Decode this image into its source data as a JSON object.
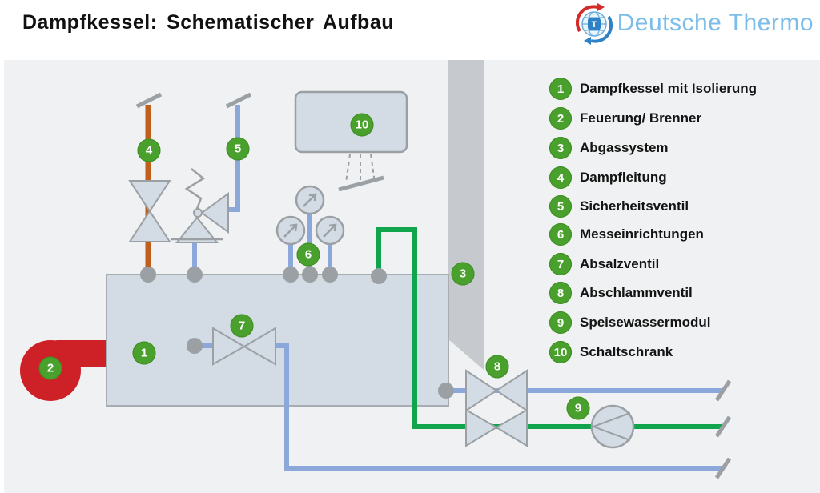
{
  "header": {
    "title": "Dampfkessel: Schematischer Aufbau",
    "logo_text": "Deutsche Thermo",
    "logo_icon": "globe-sync-arrows-icon",
    "logo_letter": "T"
  },
  "legend": {
    "items": [
      {
        "num": "1",
        "label": "Dampfkessel mit Isolierung"
      },
      {
        "num": "2",
        "label": "Feuerung/ Brenner"
      },
      {
        "num": "3",
        "label": "Abgassystem"
      },
      {
        "num": "4",
        "label": "Dampfleitung"
      },
      {
        "num": "5",
        "label": "Sicherheitsventil"
      },
      {
        "num": "6",
        "label": "Messeinrichtungen"
      },
      {
        "num": "7",
        "label": "Absalzventil"
      },
      {
        "num": "8",
        "label": "Abschlammventil"
      },
      {
        "num": "9",
        "label": "Speisewassermodul"
      },
      {
        "num": "10",
        "label": "Schaltschrank"
      }
    ]
  },
  "colors": {
    "badge_green": "#4aa02c",
    "pipe_blue": "#8ca7da",
    "pipe_green": "#10a54c",
    "steam_pipe_orange": "#c05f1b",
    "burner_red": "#ce2027",
    "boiler_fill": "#d3dbe4",
    "chimney_gray": "#c6c9cd",
    "outline_gray": "#9aa0a4",
    "panel_background": "#f0f1f2",
    "logo_blue": "#7cbde9"
  }
}
